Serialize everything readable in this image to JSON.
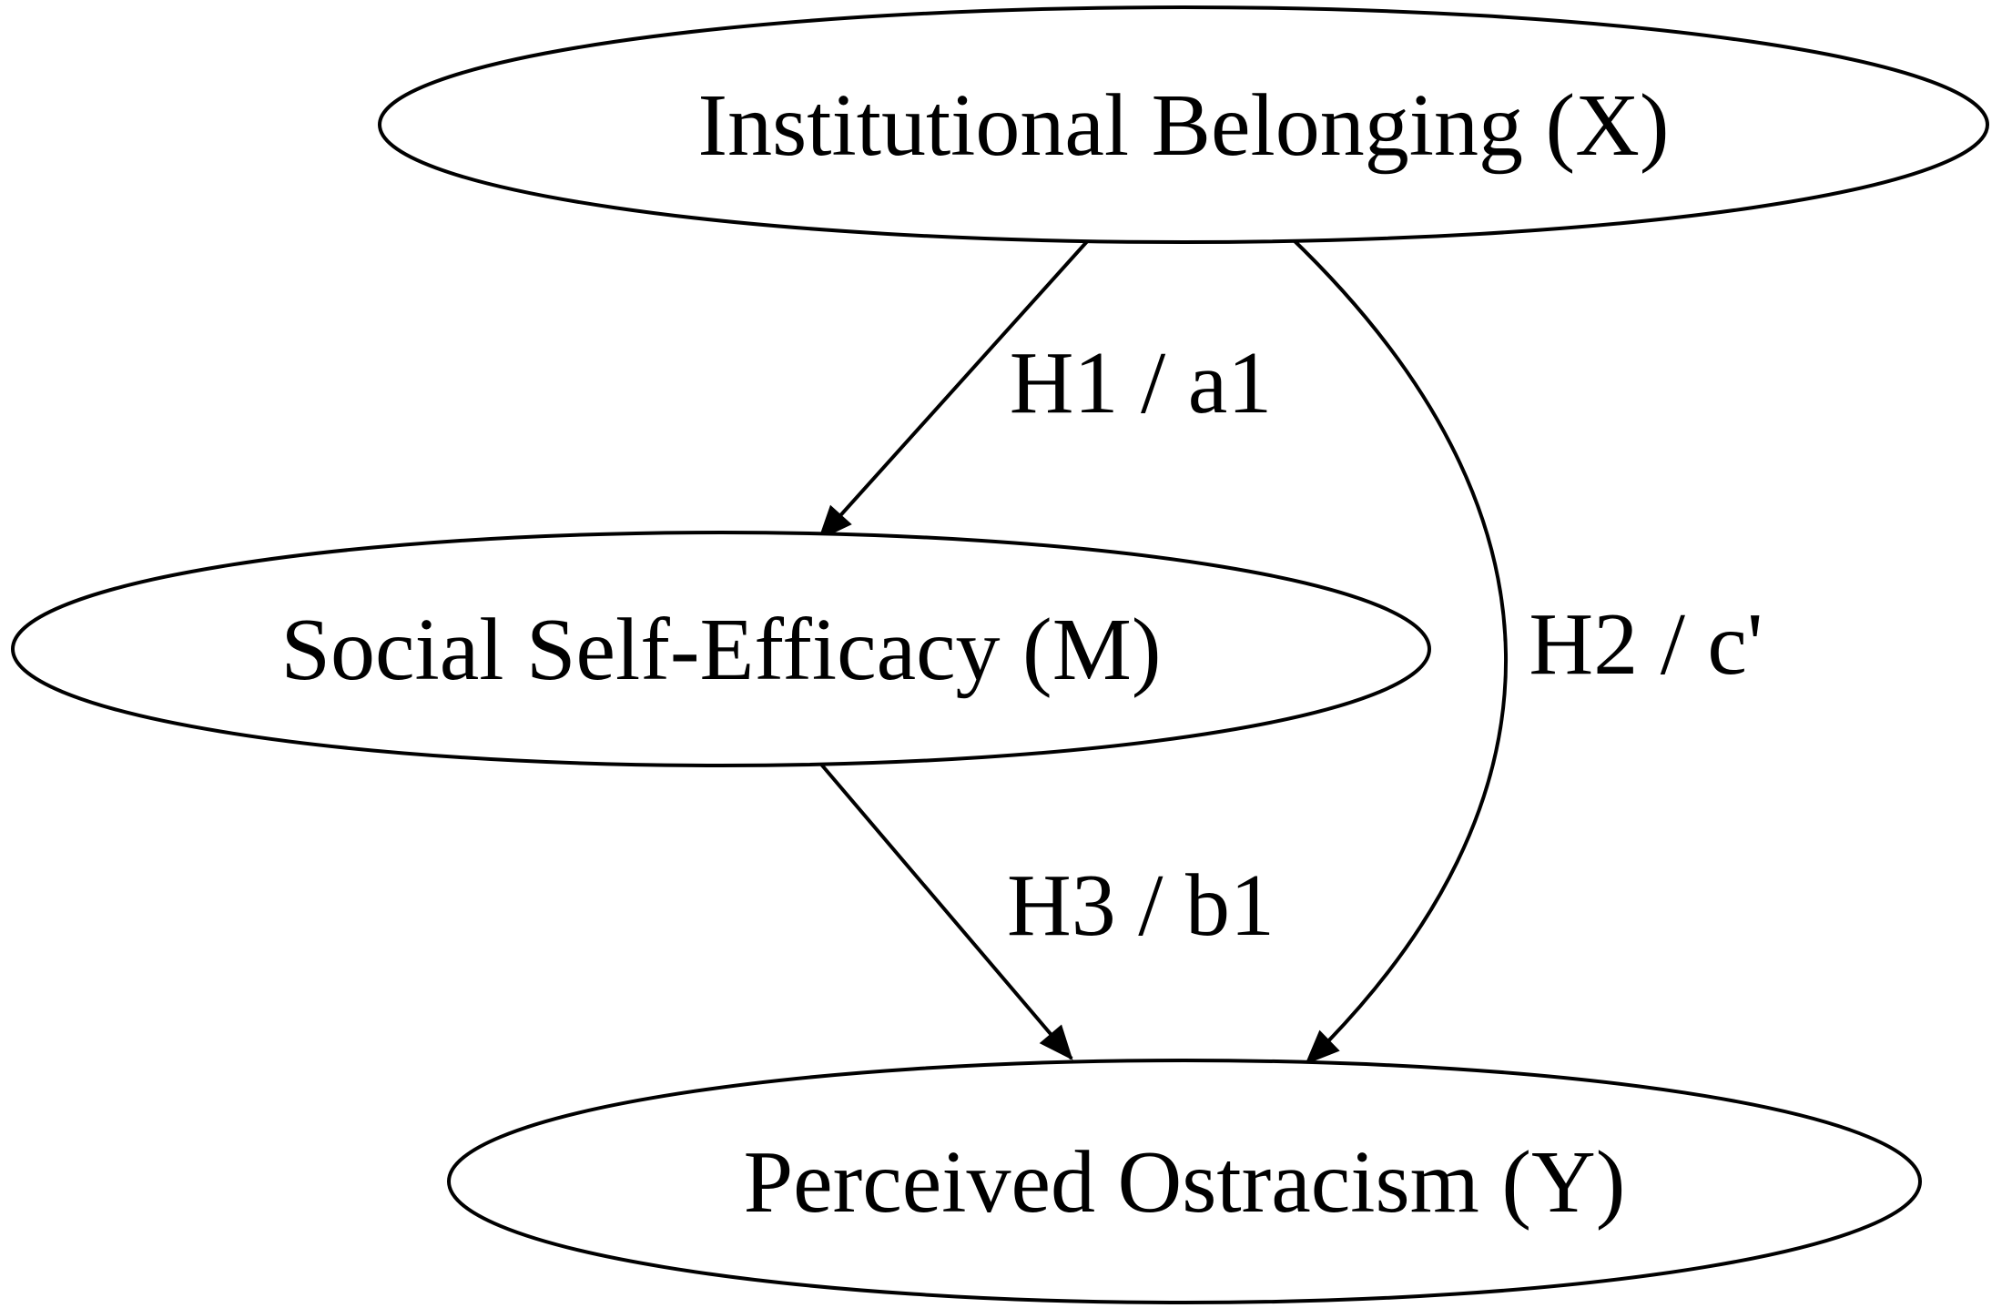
{
  "diagram": {
    "type": "mediation-path-diagram",
    "background_color": "#ffffff",
    "stroke_color": "#000000",
    "text_color": "#000000",
    "node_fill_color": "#ffffff",
    "nodes": [
      {
        "id": "X",
        "label": "Institutional Belonging (X)",
        "role": "independent-variable"
      },
      {
        "id": "M",
        "label": "Social Self-Efficacy (M)",
        "role": "mediator"
      },
      {
        "id": "Y",
        "label": "Perceived Ostracism (Y)",
        "role": "dependent-variable"
      }
    ],
    "edges": [
      {
        "from": "X",
        "to": "M",
        "label": "H1 / a1"
      },
      {
        "from": "X",
        "to": "Y",
        "label": "H2 / c'"
      },
      {
        "from": "M",
        "to": "Y",
        "label": "H3 / b1"
      }
    ]
  }
}
